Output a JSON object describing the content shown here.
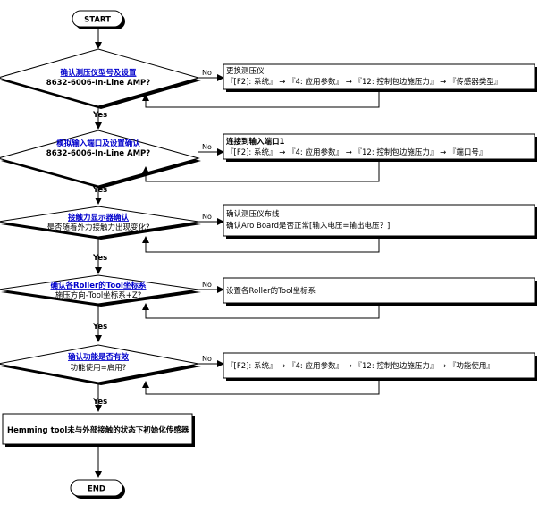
{
  "start": "START",
  "end": "END",
  "decisions": [
    {
      "title": "确认测压仪型号及设置",
      "sub": "8632-6006-In-Line AMP?",
      "yes": "Yes",
      "no": "No",
      "box": [
        "更换测压仪",
        "『[F2]: 系统』 → 『4: 应用参数』 → 『12: 控制包边施压力』 → 『传感器类型』"
      ]
    },
    {
      "title": "模拟输入端口及设置确认",
      "sub": "8632-6006-In-Line AMP?",
      "yes": "Yes",
      "no": "No",
      "box": [
        "连接到输入端口1",
        "『[F2]: 系统』 → 『4: 应用参数』 → 『12: 控制包边施压力』 → 『端口号』"
      ]
    },
    {
      "title": "接触力显示器确认",
      "sub": "是否随着外力接触力出现变化?",
      "yes": "Yes",
      "no": "No",
      "box": [
        "确认测压仪布线",
        "确认Aro Board是否正常[输入电压=输出电压？]"
      ]
    },
    {
      "title": "确认各Roller的Tool坐标系",
      "sub": "施压方向-Tool坐标系+Z?",
      "yes": "Yes",
      "no": "No",
      "box": [
        "设置各Roller的Tool坐标系"
      ]
    },
    {
      "title": "确认功能是否有效",
      "sub": "功能使用=启用?",
      "yes": "Yes",
      "no": "No",
      "box": [
        "『[F2]: 系统』 → 『4: 应用参数』 → 『12: 控制包边施压力』 → 『功能使用』"
      ]
    }
  ],
  "final_step": "Hemming tool未与外部接触的状态下初始化传感器"
}
